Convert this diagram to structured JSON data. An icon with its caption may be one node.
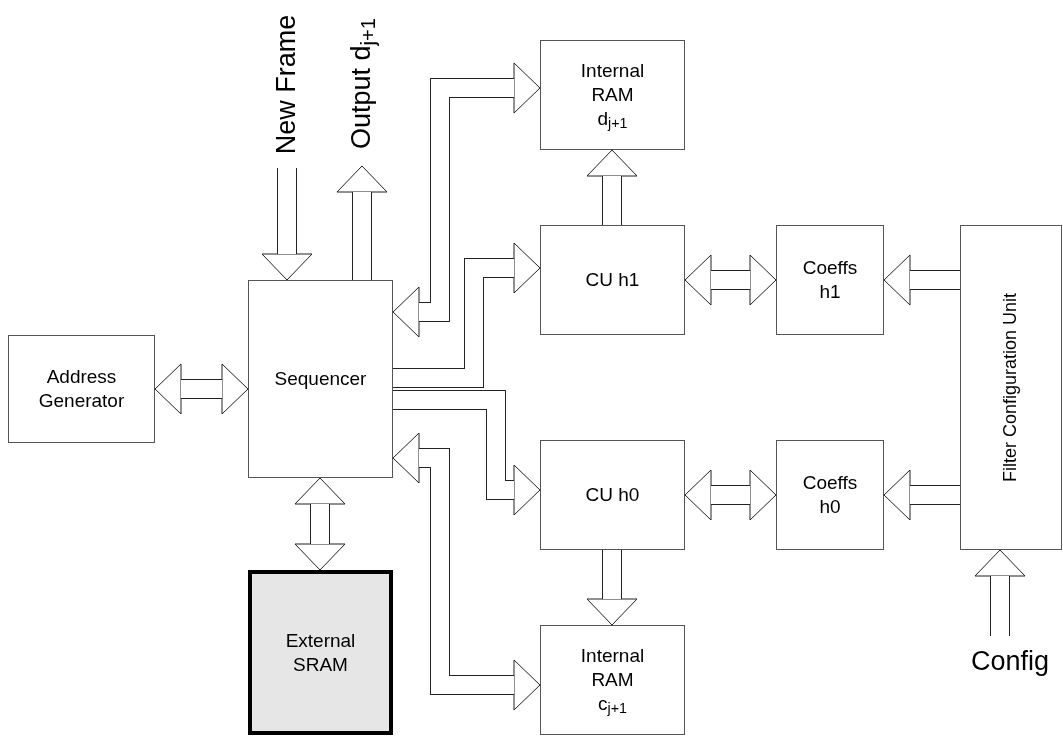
{
  "diagram": {
    "nodes": [
      {
        "text": [
          "Address Generator"
        ]
      },
      {
        "text": [
          "Sequencer"
        ]
      },
      {
        "text": [
          "External SRAM"
        ]
      },
      {
        "text": [
          "Internal RAM",
          "d$_{j+1}$"
        ]
      },
      {
        "text": [
          "CU h1"
        ]
      },
      {
        "text": [
          "Coeffs h1"
        ]
      },
      {
        "text": [
          "CU h0"
        ]
      },
      {
        "text": [
          "Coeffs h0"
        ]
      },
      {
        "text": [
          "Internal RAM",
          "c$_{j+1}$"
        ]
      },
      {
        "text": [
          "Filter Configuration Unit"
        ]
      },
      {
        "text": [
          "New Frame"
        ]
      },
      {
        "text": [
          "Output d$_{j+1}$"
        ]
      },
      {
        "text": [
          "Config"
        ]
      }
    ],
    "edges": [
      {
        "from": 0,
        "to": 1,
        "arrow": "both"
      },
      {
        "from": 10,
        "to": 1,
        "arrow": "to"
      },
      {
        "from": 1,
        "to": 11,
        "arrow": "to"
      },
      {
        "from": 1,
        "to": 3,
        "arrow": "both"
      },
      {
        "from": 1,
        "to": 4,
        "arrow": "to"
      },
      {
        "from": 1,
        "to": 6,
        "arrow": "to"
      },
      {
        "from": 1,
        "to": 8,
        "arrow": "both"
      },
      {
        "from": 1,
        "to": 2,
        "arrow": "both"
      },
      {
        "from": 4,
        "to": 3,
        "arrow": "to"
      },
      {
        "from": 4,
        "to": 5,
        "arrow": "both"
      },
      {
        "from": 9,
        "to": 5,
        "arrow": "to"
      },
      {
        "from": 6,
        "to": 7,
        "arrow": "both"
      },
      {
        "from": 9,
        "to": 7,
        "arrow": "to"
      },
      {
        "from": 6,
        "to": 8,
        "arrow": "to"
      },
      {
        "from": 12,
        "to": 9,
        "arrow": "to"
      }
    ]
  }
}
